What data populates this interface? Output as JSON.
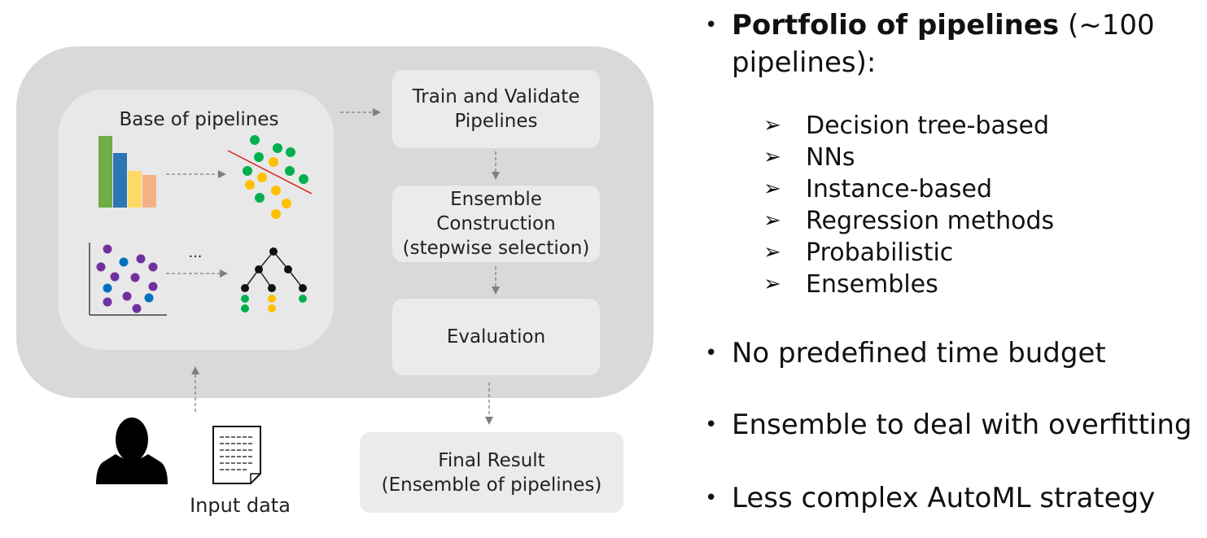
{
  "diagram": {
    "base_of_pipelines": "Base of pipelines",
    "ellipsis": "...",
    "train_validate": [
      "Train and Validate",
      "Pipelines"
    ],
    "ensemble_construction": [
      "Ensemble",
      "Construction",
      "(stepwise selection)"
    ],
    "evaluation": "Evaluation",
    "final_result": [
      "Final Result",
      "(Ensemble of pipelines)"
    ],
    "input_data": "Input data",
    "colors": {
      "outer_panel": "#d9d9d9",
      "inner_panel": "#e8e8e8",
      "step_box": "#ebebeb",
      "bar_green": "#70ad47",
      "bar_blue": "#2e75b6",
      "bar_yellow": "#ffd966",
      "bar_orange": "#f4b183",
      "dot_green": "#00b050",
      "dot_yellow": "#ffc000",
      "dot_purple": "#7030a0",
      "dot_blue": "#0070c0",
      "separator_red": "#e02020",
      "arrow": "#7f7f7f"
    },
    "icons": [
      "bar-chart-icon",
      "scatter-split-icon",
      "scatter-plot-icon",
      "decision-tree-icon",
      "user-icon",
      "document-icon"
    ]
  },
  "right": {
    "bullet1_bold": "Portfolio of pipelines",
    "bullet1_rest": " (~100",
    "bullet1_line2": "pipelines):",
    "subitems": [
      "Decision tree-based",
      "NNs",
      "Instance-based",
      "Regression methods",
      "Probabilistic",
      "Ensembles"
    ],
    "bullet2": "No predefined time budget",
    "bullet3": "Ensemble to deal with overfitting",
    "bullet4": "Less complex AutoML strategy"
  }
}
